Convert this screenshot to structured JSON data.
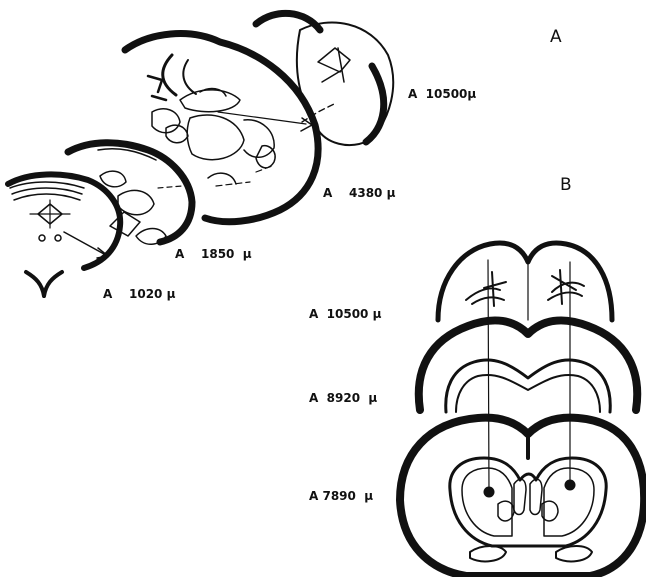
{
  "panels": {
    "a": "A",
    "b": "B"
  },
  "panel_a_sections": [
    {
      "label": "A  10500μ"
    },
    {
      "label": "A    4380 μ"
    },
    {
      "label": "A    1850  μ"
    },
    {
      "label": "A    1020 μ"
    }
  ],
  "panel_b_sections": [
    {
      "label": "A  10500 μ"
    },
    {
      "label": "A  8920  μ"
    },
    {
      "label": "A 7890  μ"
    }
  ],
  "colors": {
    "ink": "#111111",
    "background": "#ffffff"
  }
}
